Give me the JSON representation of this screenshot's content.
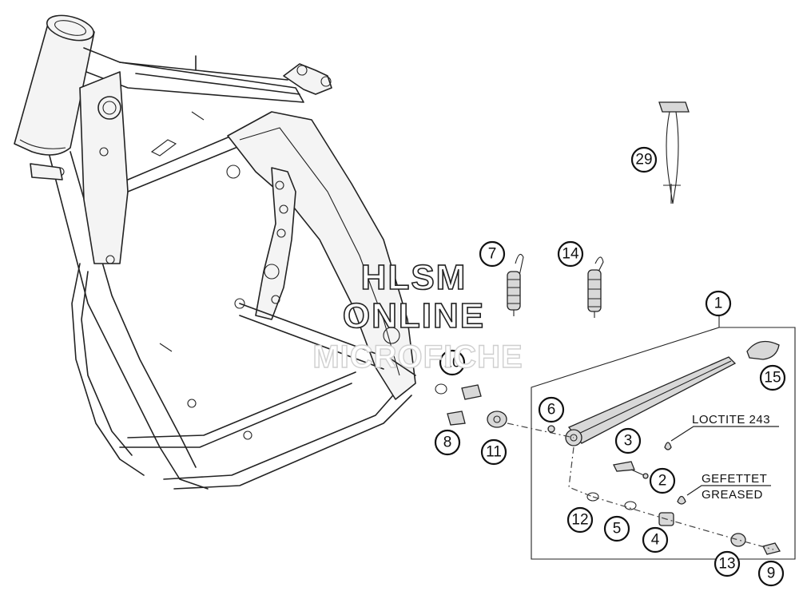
{
  "watermark": {
    "line1": "HLSM",
    "line2": "ONLINE",
    "line3": "MICROFICHE"
  },
  "notes": {
    "loctite": "LOCTITE 243",
    "greased_de": "GEFETTET",
    "greased_en": "GREASED"
  },
  "callouts": {
    "c1": "1",
    "c2": "2",
    "c3": "3",
    "c4": "4",
    "c5": "5",
    "c6": "6",
    "c7": "7",
    "c8": "8",
    "c9": "9",
    "c10": "10",
    "c11": "11",
    "c12": "12",
    "c13": "13",
    "c14": "14",
    "c15": "15",
    "c29": "29"
  }
}
